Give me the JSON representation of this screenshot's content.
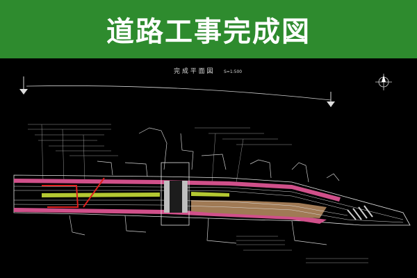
{
  "banner": {
    "title": "道路工事完成図",
    "background": "#2e8b2e"
  },
  "drawing": {
    "title": "完 成 平 面 図",
    "scale": "S=1:500",
    "background": "#000000",
    "colors": {
      "road_pink": "#d0508a",
      "median_yellow_green": "#b4c832",
      "paving_tan": "#a07a55",
      "signal_lines": "#e01e1e",
      "crosswalk": "#bfbfbf",
      "outline": "#e8e8e8"
    }
  }
}
